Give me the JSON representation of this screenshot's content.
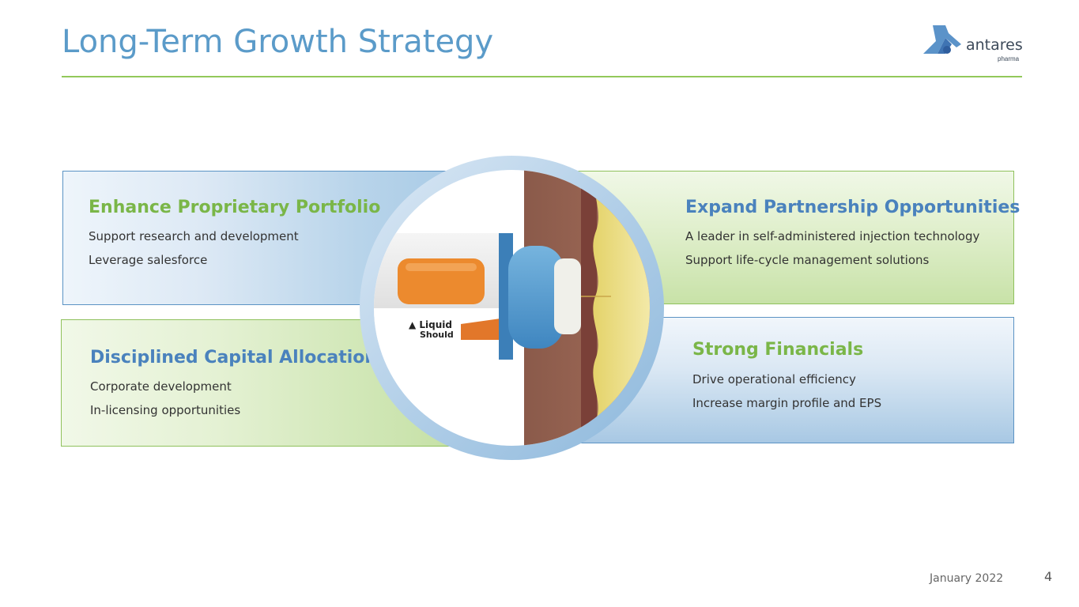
{
  "slide": {
    "title": "Long-Term Growth Strategy",
    "logo": {
      "name": "antares",
      "sub": "pharma"
    },
    "quadrants": {
      "top_left": {
        "heading": "Enhance Proprietary Portfolio",
        "lines": [
          "Support research and development",
          "Leverage salesforce"
        ]
      },
      "top_right": {
        "heading": "Expand Partnership Opportunities",
        "lines": [
          "A leader in self-administered injection technology",
          "Support life-cycle management solutions"
        ]
      },
      "bottom_left": {
        "heading": "Disciplined Capital Allocation",
        "lines": [
          "Corporate development",
          "In-licensing opportunities"
        ]
      },
      "bottom_right": {
        "heading": "Strong Financials",
        "lines": [
          "Drive operational efficiency",
          "Increase margin profile and EPS"
        ]
      }
    },
    "device_label": [
      "▲ Liquid",
      "Should"
    ],
    "footer": {
      "date": "January 2022",
      "page": "4"
    },
    "colors": {
      "title": "#5b9bc9",
      "green": "#7ab648",
      "blue": "#4a82bd",
      "rule": "#92c85a"
    }
  }
}
